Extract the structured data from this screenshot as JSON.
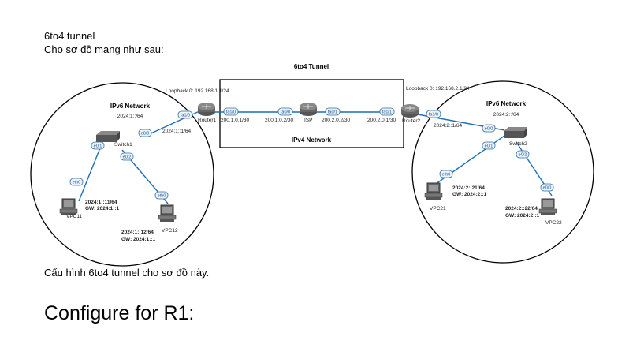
{
  "intro": {
    "line1": "6to4 tunnel",
    "line2": "Cho sơ đồ mạng như sau:"
  },
  "diagram": {
    "tunnel_title": "6to4 Tunnel",
    "ipv4_label": "IPv4 Network",
    "left": {
      "title": "IPv6 Network",
      "prefix": "2024:1::/64",
      "router": "Router1",
      "switch": "Switch1",
      "loopback": "Loopback 0: 192.168.1.1/24",
      "router_lan_ip": "2024:1::1/64",
      "pc1": {
        "name": "VPC11",
        "ip": "2024:1::11/64",
        "gw": "GW: 2024:1::1"
      },
      "pc2": {
        "name": "VPC12",
        "ip": "2024:1::12/64",
        "gw": "GW: 2024:1::1"
      }
    },
    "right": {
      "title": "IPv6 Network",
      "prefix": "2024:2::/64",
      "router": "Router2",
      "switch": "Switch2",
      "loopback": "Loopback 0: 192.168.2.1/24",
      "router_lan_ip": "2024:2::1/64",
      "pc1": {
        "name": "VPC21",
        "ip": "2024:2::21/64",
        "gw": "GW: 2024:2::1"
      },
      "pc2": {
        "name": "VPC22",
        "ip": "2024:2::22/64",
        "gw": "GW: 2024:2::1"
      }
    },
    "isp": "ISP",
    "wan": {
      "r1": "200.1.0.1/30",
      "isp1": "200.1.0.2/30",
      "isp2": "200.2.0.2/30",
      "r2": "200.2.0.1/30"
    },
    "ports": {
      "fa00": "fa0/0",
      "fa01": "fa0/1",
      "fa10": "fa1/0",
      "e00": "e0/0",
      "e01": "e0/1",
      "e02": "e0/2",
      "eth0": "eth0"
    },
    "colors": {
      "link": "#1f6fb2"
    }
  },
  "instruction": "Cấu hình 6to4 tunnel cho sơ đồ này.",
  "heading": "Configure for R1:"
}
